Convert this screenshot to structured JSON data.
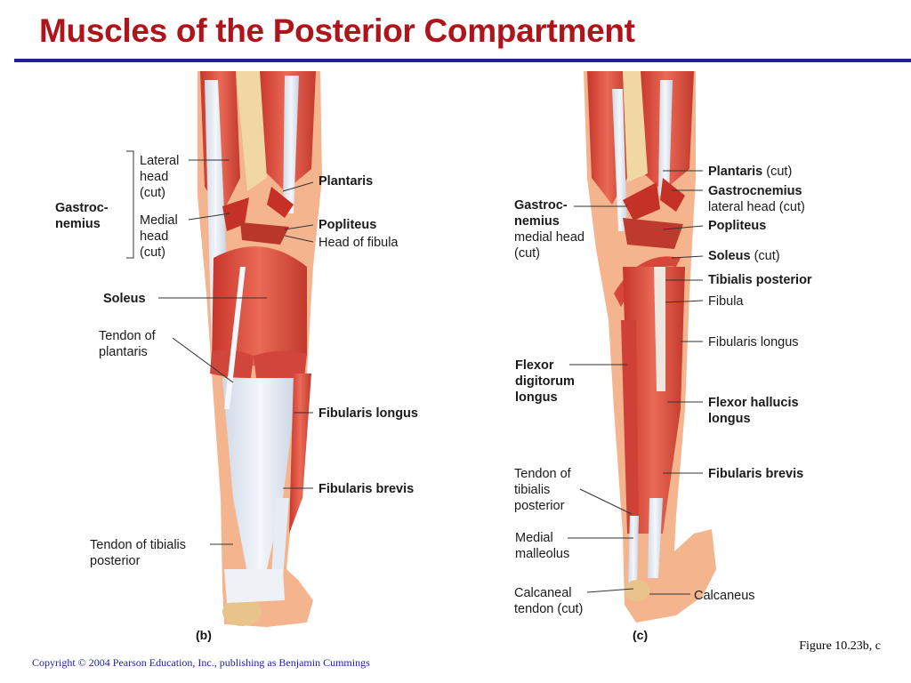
{
  "title": "Muscles of the Posterior Compartment",
  "panel_b": {
    "tag": "(b)",
    "labels": {
      "lateral_head_cut": "Lateral\nhead\n(cut)",
      "gastrocnemius": "Gastroc-\nnemius",
      "medial_head_cut": "Medial\nhead\n(cut)",
      "plantaris": "Plantaris",
      "popliteus": "Popliteus",
      "head_of_fibula": "Head of fibula",
      "soleus": "Soleus",
      "tendon_of_plantaris": "Tendon of\nplantaris",
      "fibularis_longus": "Fibularis longus",
      "fibularis_brevis": "Fibularis brevis",
      "tendon_of_tibialis_posterior": "Tendon of tibialis\nposterior"
    }
  },
  "panel_c": {
    "tag": "(c)",
    "labels": {
      "plantaris": "Plantaris",
      "plantaris_cut": " (cut)",
      "gastrocnemius_lateral": "Gastrocnemius",
      "lateral_head_cut": "lateral head (cut)",
      "gastrocnemius_medial": "Gastroc-\nnemius",
      "medial_head_cut": "medial head\n(cut)",
      "popliteus": "Popliteus",
      "soleus": "Soleus",
      "soleus_cut": " (cut)",
      "tibialis_posterior": "Tibialis posterior",
      "fibula": "Fibula",
      "fibularis_longus": "Fibularis longus",
      "flexor_digitorum_longus": "Flexor\ndigitorum\nlongus",
      "flexor_hallucis_longus": "Flexor hallucis\nlongus",
      "tendon_of_tibialis_posterior": "Tendon of\ntibialis\nposterior",
      "fibularis_brevis": "Fibularis brevis",
      "medial_malleolus": "Medial\nmalleolus",
      "calcaneal_tendon_cut": "Calcaneal\ntendon (cut)",
      "calcaneus": "Calcaneus"
    }
  },
  "caption": "Figure 10.23b, c",
  "copyright": "Copyright © 2004 Pearson Education, Inc., publishing as Benjamin Cummings",
  "colors": {
    "title": "#b0141b",
    "rule": "#1f1f9a",
    "muscle": "#d9473b",
    "tendon": "#e6ecf4",
    "skin": "#f4b48e"
  }
}
